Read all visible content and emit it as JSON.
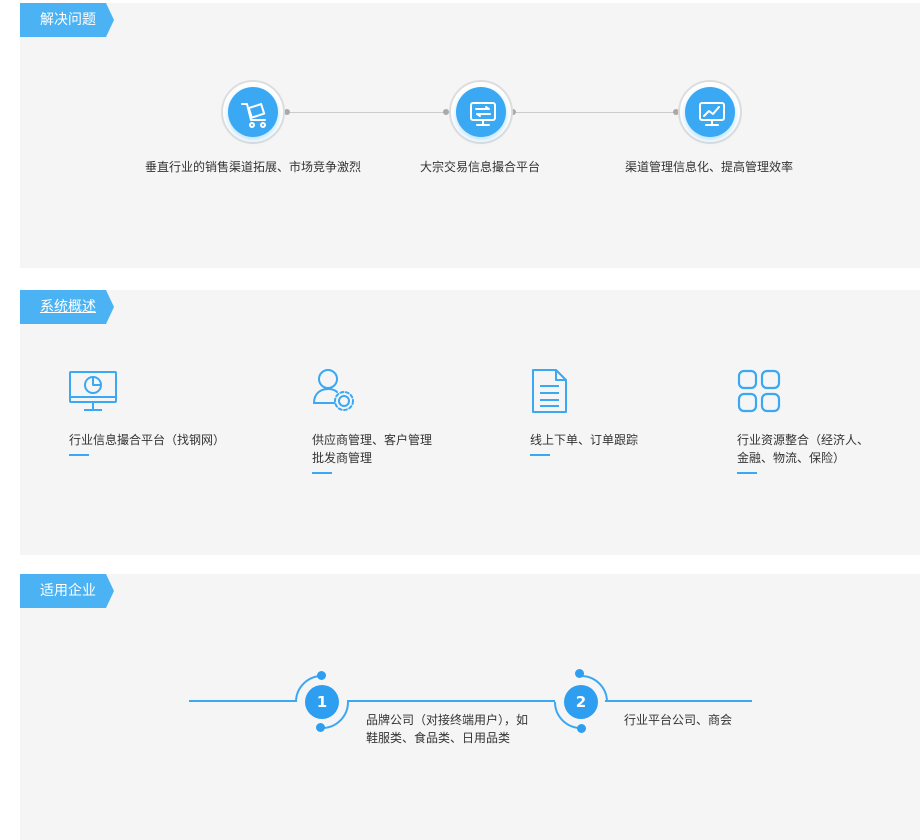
{
  "sections": {
    "problem": {
      "title": "解决问题",
      "items": [
        {
          "label": "垂直行业的销售渠道拓展、市场竞争激烈",
          "icon": "cart-icon"
        },
        {
          "label": "大宗交易信息撮合平台",
          "icon": "monitor-exchange-icon"
        },
        {
          "label": "渠道管理信息化、提高管理效率",
          "icon": "monitor-chart-icon"
        }
      ]
    },
    "overview": {
      "title": "系统概述",
      "items": [
        {
          "line1": "行业信息撮合平台（找钢网）",
          "line2": "",
          "icon": "monitor-pie-icon"
        },
        {
          "line1": "供应商管理、客户管理",
          "line2": "批发商管理",
          "icon": "user-gear-icon"
        },
        {
          "line1": "线上下单、订单跟踪",
          "line2": "",
          "icon": "document-icon"
        },
        {
          "line1": "行业资源整合（经济人、",
          "line2": "金融、物流、保险）",
          "icon": "grid-icon"
        }
      ]
    },
    "enterprises": {
      "title": "适用企业",
      "items": [
        {
          "number": "1",
          "line1": "品牌公司（对接终端用户），如",
          "line2": "鞋服类、食品类、日用品类"
        },
        {
          "number": "2",
          "line1": "行业平台公司、商会",
          "line2": ""
        }
      ]
    }
  },
  "colors": {
    "accent": "#3aa8f2",
    "panel": "#f5f5f5",
    "tag": "#4bb3f3"
  }
}
